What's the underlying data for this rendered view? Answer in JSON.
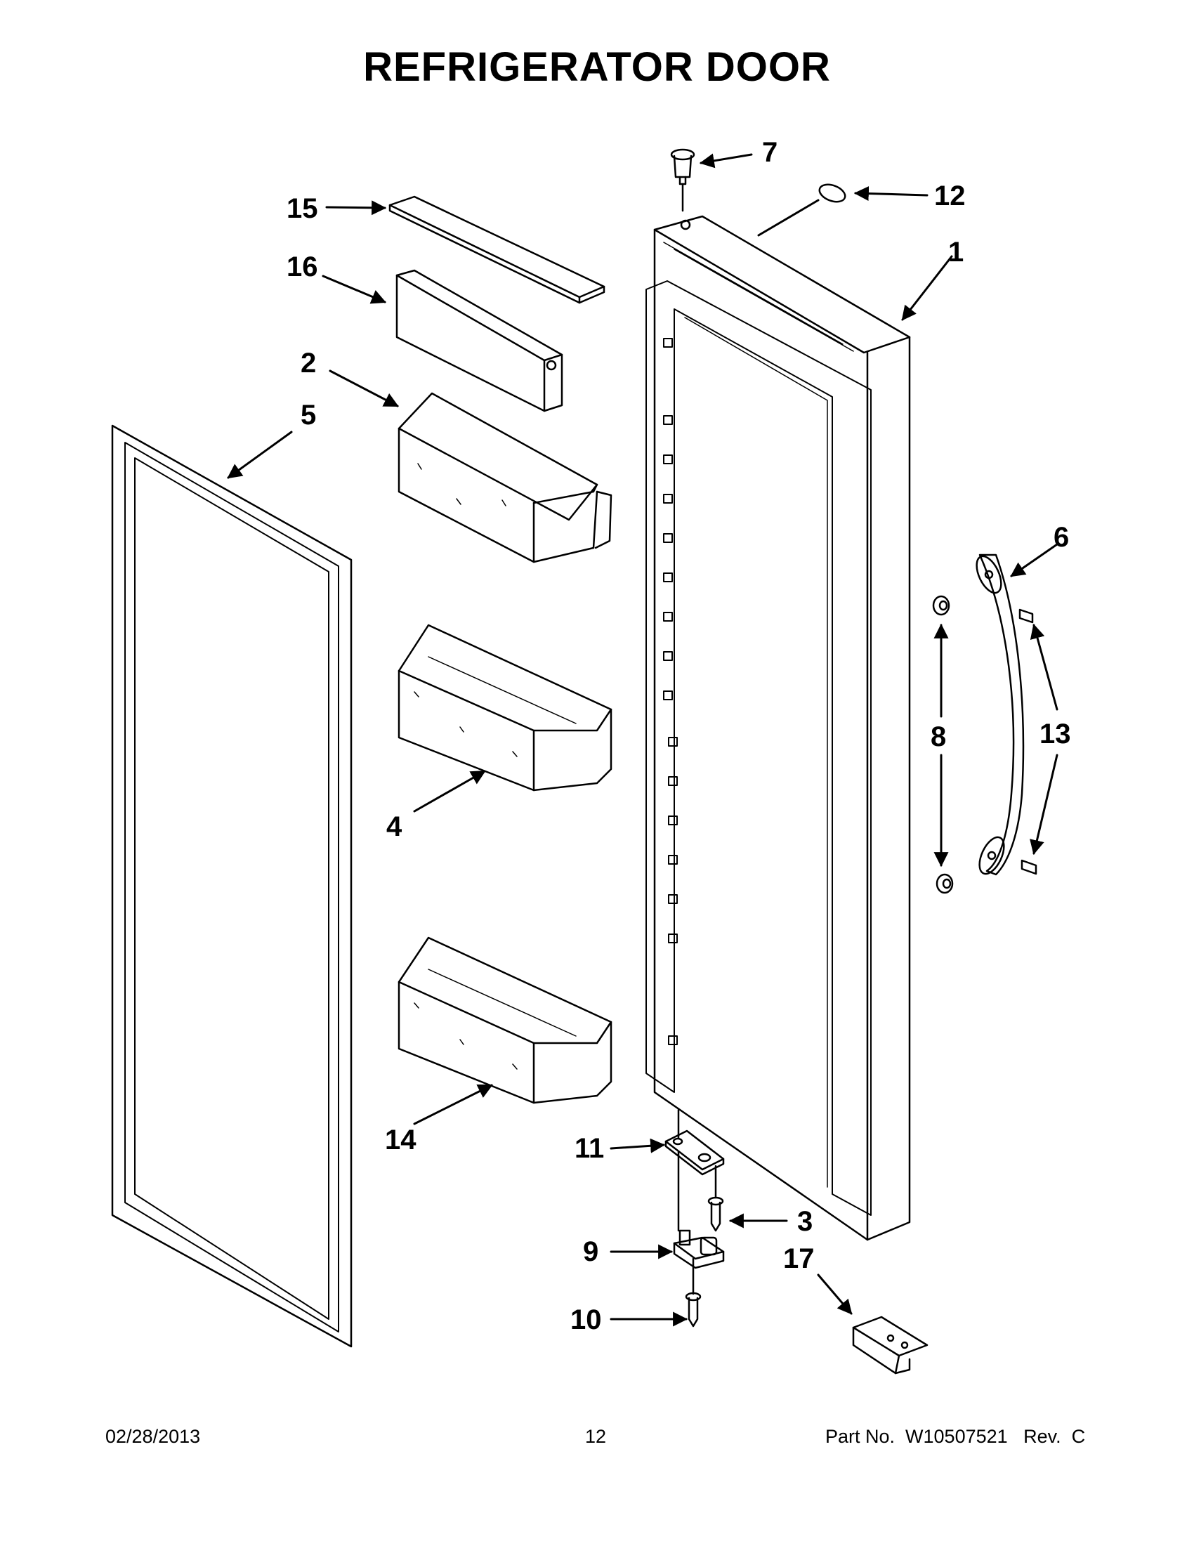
{
  "title": "REFRIGERATOR DOOR",
  "callouts": [
    "1",
    "2",
    "3",
    "4",
    "5",
    "6",
    "7",
    "8",
    "9",
    "10",
    "11",
    "12",
    "13",
    "14",
    "15",
    "16",
    "17"
  ],
  "footer": {
    "date": "02/28/2013",
    "page": "12",
    "part_no": "Part No.  W10507521   Rev.  C"
  }
}
